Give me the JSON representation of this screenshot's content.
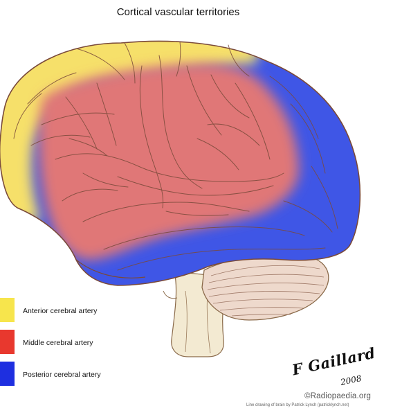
{
  "title": "Cortical vascular territories",
  "legend": [
    {
      "label": "Anterior cerebral artery",
      "color": "#f7e54c"
    },
    {
      "label": "Middle cerebral artery",
      "color": "#e8382e"
    },
    {
      "label": "Posterior cerebral artery",
      "color": "#1e2fe0"
    }
  ],
  "territory_colors": {
    "anterior": "#f6e06a",
    "middle": "#e07777",
    "posterior": "#3f56e6"
  },
  "signature": {
    "name": "F Gaillard",
    "year": "2008"
  },
  "site": "©Radiopaedia.org",
  "credit": "Line drawing of brain by Patrick Lynch (patricklynch.net)"
}
